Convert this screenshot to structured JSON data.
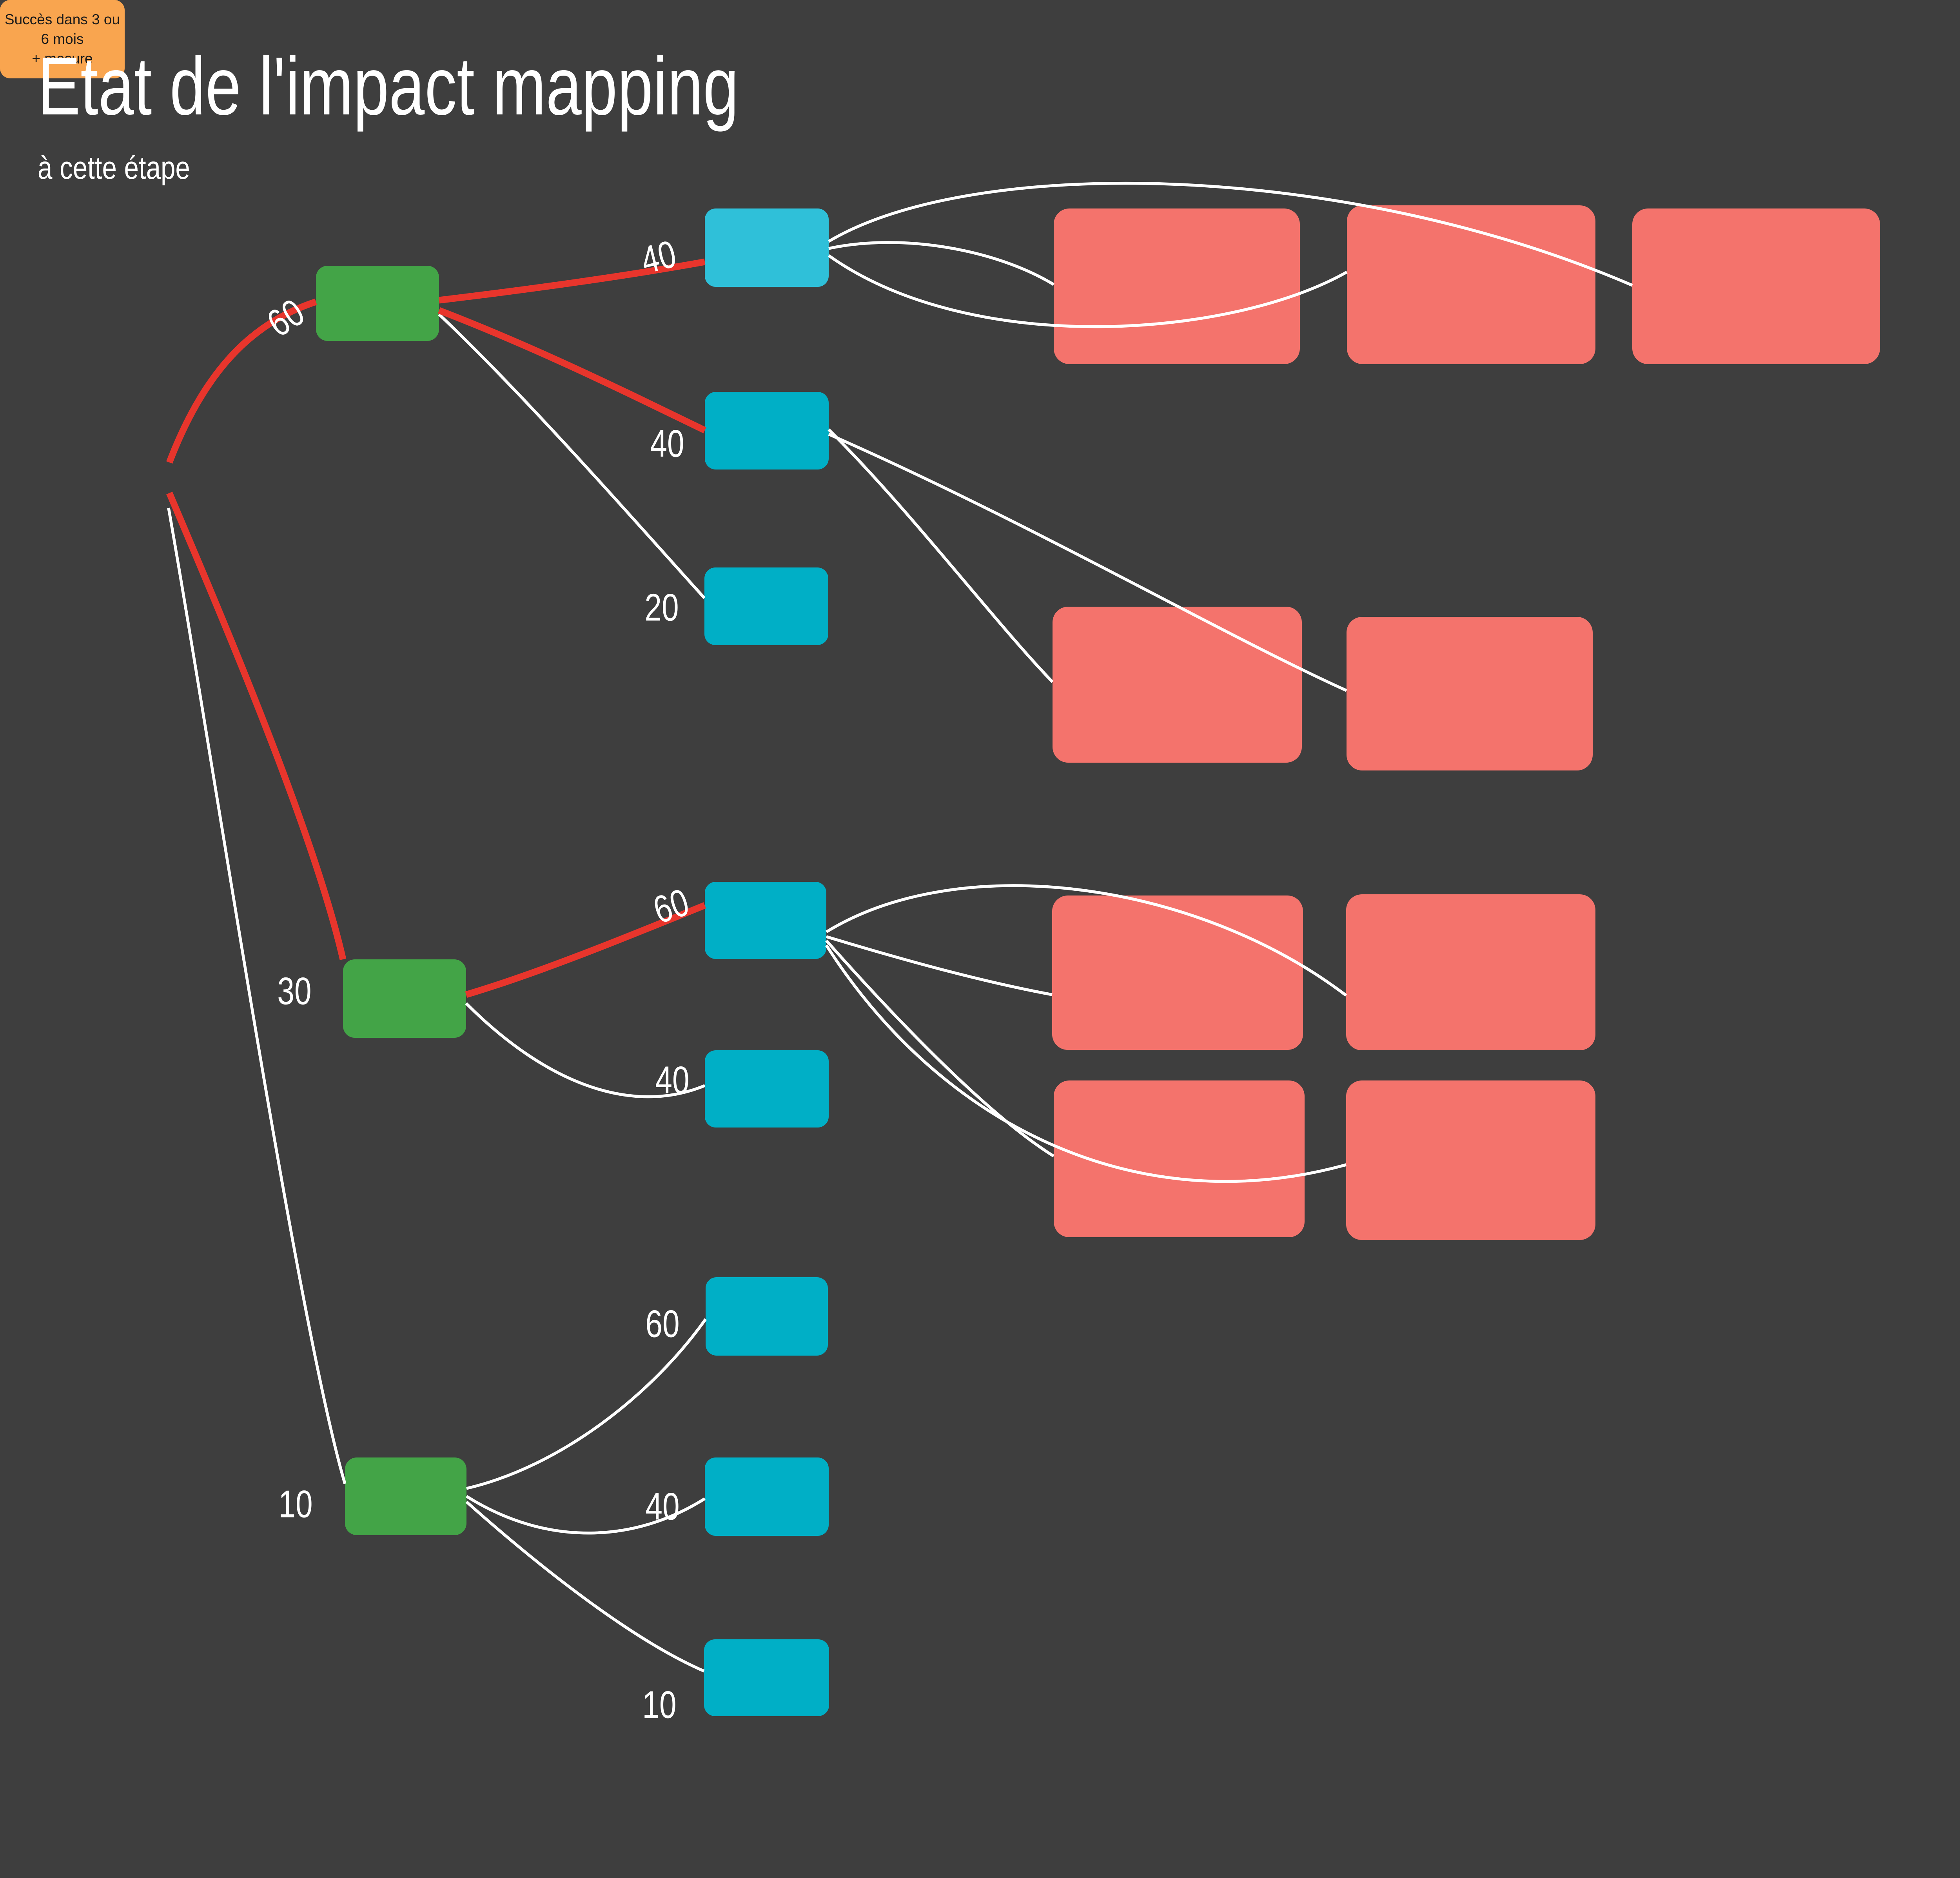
{
  "header": {
    "title": "Etat de l'impact mapping",
    "subtitle": "à cette étape"
  },
  "root": {
    "label": "Succès dans 3 ou\n6 mois\n+ mesure"
  },
  "tree": {
    "goals": [
      {
        "weight": "60",
        "highlighted": true,
        "impacts": [
          {
            "weight": "40",
            "highlighted": true,
            "deliverables": 3
          },
          {
            "weight": "40",
            "highlighted": true,
            "deliverables": 2
          },
          {
            "weight": "20",
            "highlighted": false,
            "deliverables": 0
          }
        ]
      },
      {
        "weight": "30",
        "highlighted": true,
        "impacts": [
          {
            "weight": "60",
            "highlighted": true,
            "deliverables": 4
          },
          {
            "weight": "40",
            "highlighted": false,
            "deliverables": 0
          }
        ]
      },
      {
        "weight": "10",
        "highlighted": false,
        "impacts": [
          {
            "weight": "60",
            "highlighted": false,
            "deliverables": 0
          },
          {
            "weight": "40",
            "highlighted": false,
            "deliverables": 0
          },
          {
            "weight": "10",
            "highlighted": false,
            "deliverables": 0
          }
        ]
      }
    ]
  },
  "colors": {
    "background": "#3E3E3E",
    "root": "#F9A54F",
    "root_text": "#1A1A1A",
    "goal": "#43A447",
    "impact": "#00AFC6",
    "impact_highlight": "#2FC0D9",
    "deliverable": "#F4736C",
    "edge": "#FFFFFF",
    "edge_highlight": "#E8352C",
    "label": "#FFFFFF"
  }
}
